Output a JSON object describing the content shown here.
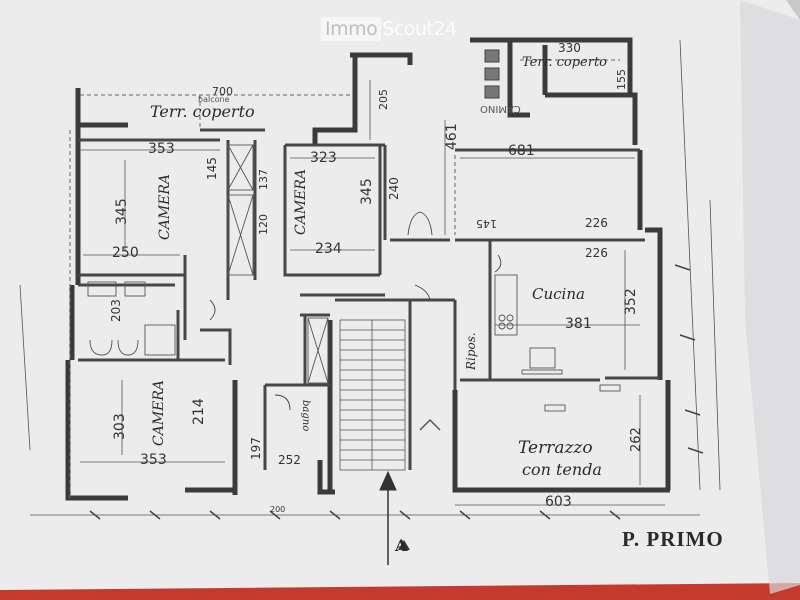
{
  "watermark": {
    "part1": "Immo",
    "part2": "Scout24"
  },
  "floor_title": "P. PRIMO",
  "section_marker": "A",
  "rooms": {
    "terr_coperto_left": "Terr. coperto",
    "balcone": "balcone",
    "terr_coperto_right": "Terr. coperto",
    "camera_top_left": "CAMERA",
    "camera_top_mid": "CAMERA",
    "camera_bottom": "CAMERA",
    "cucina": "Cucina",
    "ripost": "Ripos.",
    "bagno": "bagno",
    "terrazzo": "Terrazzo",
    "con_tenda": "con tenda",
    "camino": "CAMINO"
  },
  "dims": {
    "d700": "700",
    "d353a": "353",
    "d345a": "345",
    "d250": "250",
    "d145": "145",
    "d137": "137",
    "d120": "120",
    "d323": "323",
    "d345b": "345",
    "d234": "234",
    "d240": "240",
    "d205": "205",
    "d461": "461",
    "d681": "681",
    "d330": "330",
    "d155": "155",
    "d226a": "226",
    "d226b": "226",
    "d352": "352",
    "d381": "381",
    "d203": "203",
    "d303": "303",
    "d214": "214",
    "d353b": "353",
    "d197": "197",
    "d252": "252",
    "d262": "262",
    "d603": "603",
    "d200": "200",
    "d145b": "145"
  }
}
